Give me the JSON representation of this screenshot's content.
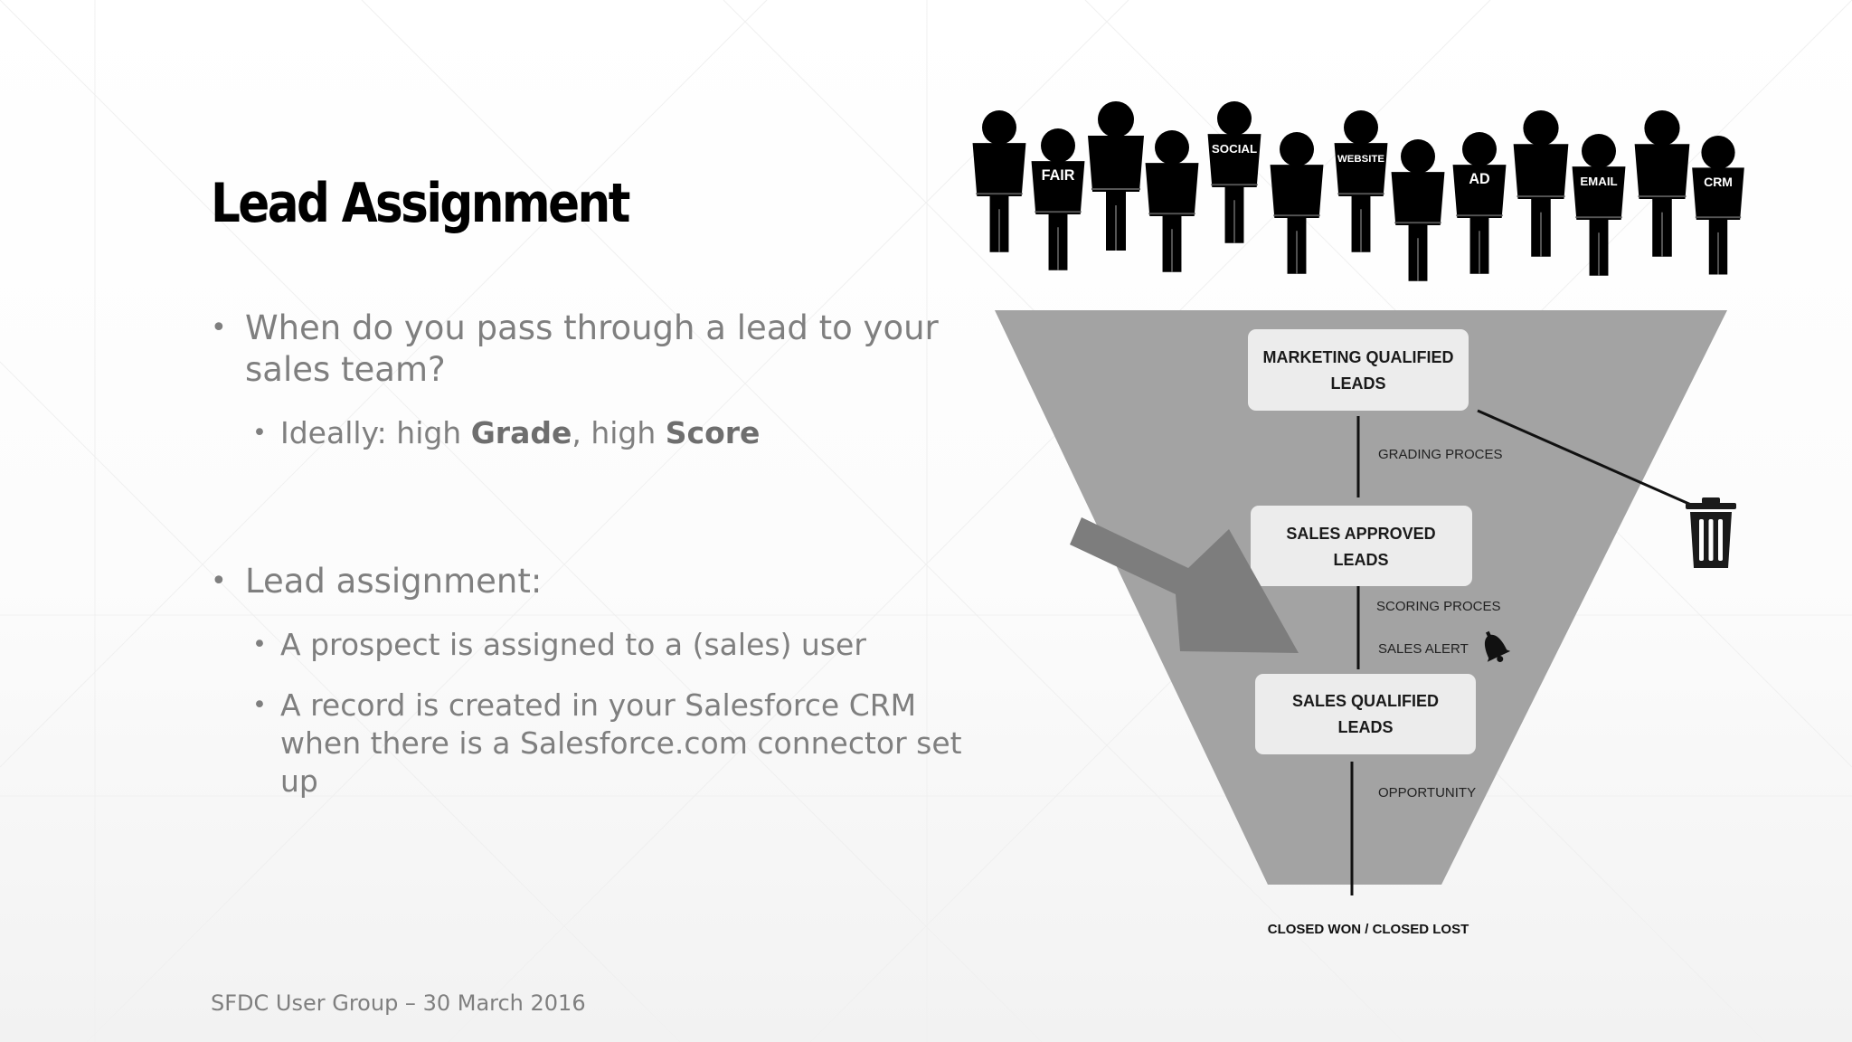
{
  "slide": {
    "title": "Lead Assignment",
    "footer": "SFDC User Group – 30 March 2016"
  },
  "bullets": [
    {
      "text": "When do you pass through a lead to your sales team?",
      "subs": [
        {
          "prefix": "Ideally: high ",
          "bold1": "Grade",
          "middle": ", high ",
          "bold2": "Score"
        }
      ]
    },
    {
      "text": "Lead assignment:",
      "subs": [
        {
          "text": "A prospect is assigned to a (sales) user"
        },
        {
          "text": "A record is created in your Salesforce CRM when there is a Salesforce.com connector set up"
        }
      ]
    }
  ],
  "diagram": {
    "sources": [
      "",
      "FAIR",
      "",
      "",
      "SOCIAL",
      "",
      "WEBSITE",
      "",
      "AD",
      "",
      "EMAIL",
      "",
      "CRM"
    ],
    "stages": [
      {
        "line1": "MARKETING QUALIFIED",
        "line2": "LEADS"
      },
      {
        "line1": "SALES APPROVED",
        "line2": "LEADS"
      },
      {
        "line1": "SALES QUALIFIED",
        "line2": "LEADS"
      }
    ],
    "steps": [
      "GRADING PROCES",
      "SCORING PROCES",
      "SALES ALERT",
      "OPPORTUNITY"
    ],
    "end_label": "CLOSED WON / CLOSED LOST",
    "icons": [
      "trash-icon",
      "bell-icon",
      "arrow-icon",
      "person-icon"
    ],
    "colors": {
      "funnel": "#a3a3a3",
      "box": "#ececec",
      "arrow": "#7d7d7d",
      "people": "#000000"
    }
  }
}
